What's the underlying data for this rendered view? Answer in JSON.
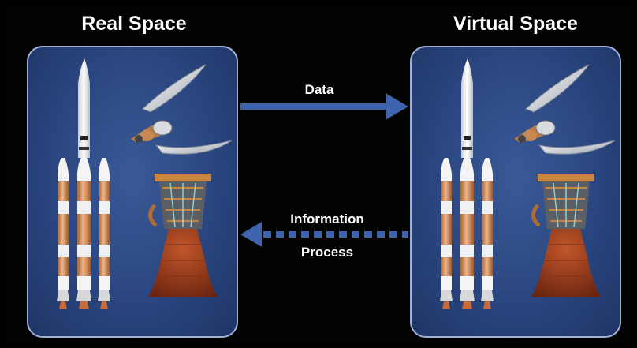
{
  "diagram": {
    "left_title": "Real Space",
    "right_title": "Virtual Space",
    "forward_label": "Data",
    "backward_label_line1": "Information",
    "backward_label_line2": "Process"
  },
  "colors": {
    "background": "#000000",
    "panel": "#2a4680",
    "panel_border": "#9fb0d6",
    "arrow": "#3f64ad"
  },
  "icons": [
    "rocket-icon",
    "payload-fairing-icon",
    "rocket-engine-icon"
  ]
}
